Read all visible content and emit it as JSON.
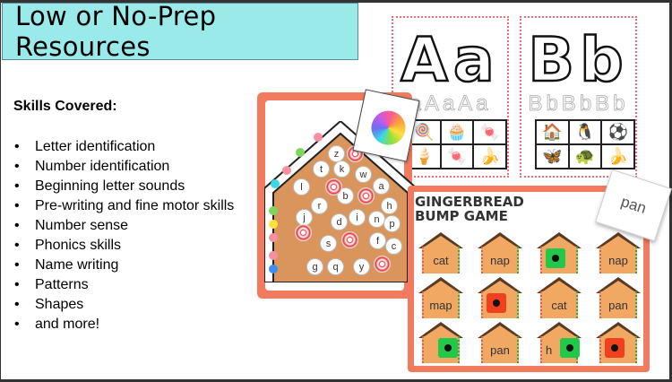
{
  "title": "Low or No-Prep Resources",
  "skills_heading": "Skills Covered:",
  "skills": [
    "Letter identification",
    "Number identification",
    "Beginning letter sounds",
    "Pre-writing and fine motor skills",
    "Number sense",
    "Phonics skills",
    "Name writing",
    "Patterns",
    "Shapes",
    "and more!"
  ],
  "letter_cards": [
    {
      "big": "Aa",
      "trace": "aAaAa",
      "pictures": [
        "🍭",
        "🧁",
        "🍬",
        "🍦",
        "🍬",
        "🍌"
      ]
    },
    {
      "big": "Bb",
      "trace": "BbBbBb",
      "pictures": [
        "🏠",
        "🐧",
        "⚽",
        "🦋",
        "🐢",
        "🍌"
      ]
    }
  ],
  "house_mat": {
    "letters": [
      "z",
      "t",
      "k",
      "w",
      "l",
      "a",
      "b",
      "h",
      "r",
      "j",
      "d",
      "i",
      "n",
      "p",
      "s",
      "f",
      "c",
      "g",
      "q",
      "y"
    ]
  },
  "bump_game": {
    "title_line1": "GINGERBREAD",
    "title_line2": "BUMP GAME",
    "words": [
      "cat",
      "nap",
      "",
      "nap",
      "map",
      "",
      "cat",
      "pan",
      "",
      "pan",
      "h",
      ""
    ],
    "die_word": "pan"
  },
  "colors": {
    "banner": "#9beaea",
    "mat_border": "#f27a5f",
    "cube_green": "#22c84a",
    "cube_red": "#f0401e"
  }
}
